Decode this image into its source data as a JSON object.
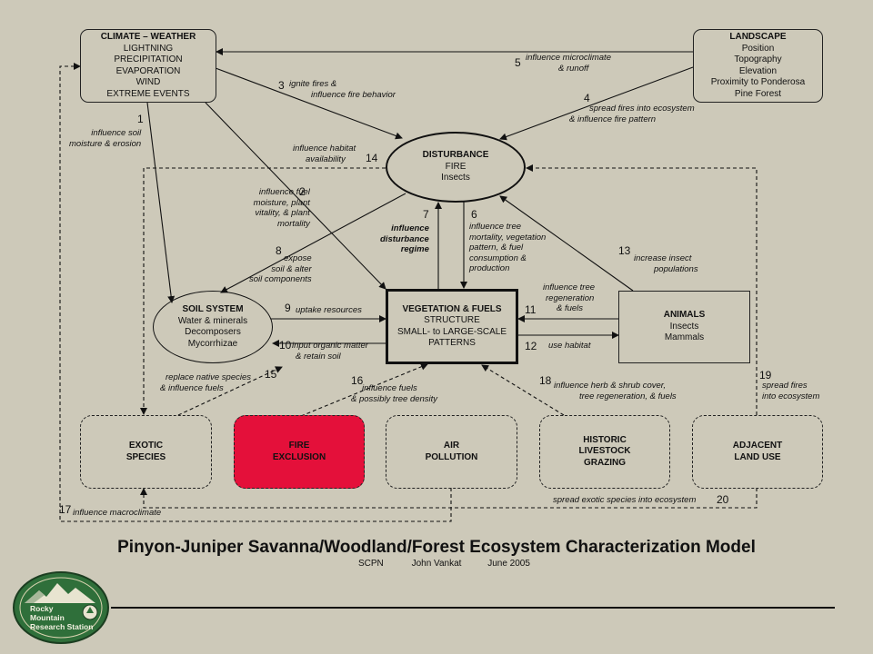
{
  "boxes": {
    "climate": {
      "title": "CLIMATE – WEATHER",
      "lines": [
        "LIGHTNING",
        "PRECIPITATION",
        "EVAPORATION",
        "WIND",
        "EXTREME EVENTS"
      ]
    },
    "landscape": {
      "title": "LANDSCAPE",
      "lines": [
        "Position",
        "Topography",
        "Elevation",
        "Proximity to Ponderosa",
        "Pine Forest"
      ]
    },
    "disturbance": {
      "title": "DISTURBANCE",
      "lines": [
        "FIRE",
        "Insects"
      ]
    },
    "soil": {
      "title": "SOIL SYSTEM",
      "lines": [
        "Water & minerals",
        "Decomposers",
        "Mycorrhizae"
      ]
    },
    "vegetation": {
      "title": "VEGETATION & FUELS",
      "lines": [
        "STRUCTURE",
        "SMALL- to LARGE-SCALE",
        "PATTERNS"
      ]
    },
    "animals": {
      "title": "ANIMALS",
      "lines": [
        "Insects",
        "Mammals"
      ]
    },
    "exotic": {
      "lines": [
        "EXOTIC",
        "SPECIES"
      ]
    },
    "fire_exclusion": {
      "lines": [
        "FIRE",
        "EXCLUSION"
      ]
    },
    "air": {
      "lines": [
        "AIR",
        "POLLUTION"
      ]
    },
    "grazing": {
      "lines": [
        "HISTORIC",
        "LIVESTOCK",
        "GRAZING"
      ]
    },
    "adjacent": {
      "lines": [
        "ADJACENT",
        "LAND USE"
      ]
    }
  },
  "links": [
    {
      "num": "1",
      "lines": [
        "influence soil",
        "moisture & erosion"
      ]
    },
    {
      "num": "2",
      "lines": [
        "influence fuel",
        "moisture, plant",
        "vitality, & plant",
        "mortality"
      ]
    },
    {
      "num": "3",
      "lines": [
        "ignite fires &",
        "influence fire behavior"
      ]
    },
    {
      "num": "4",
      "lines": [
        "spread fires into ecosystem",
        "& influence fire pattern"
      ]
    },
    {
      "num": "5",
      "lines": [
        "influence microclimate",
        "& runoff"
      ]
    },
    {
      "num": "6",
      "lines": [
        "influence tree",
        "mortality, vegetation",
        "pattern, & fuel",
        "consumption &",
        "production"
      ]
    },
    {
      "num": "7",
      "lines": [
        "influence",
        "disturbance",
        "regime"
      ]
    },
    {
      "num": "8",
      "lines": [
        "expose",
        "soil & alter",
        "soil components"
      ]
    },
    {
      "num": "9",
      "lines": [
        "uptake resources"
      ]
    },
    {
      "num": "10",
      "lines": [
        "input organic matter",
        "& retain soil"
      ]
    },
    {
      "num": "11",
      "lines": [
        "influence tree",
        "regeneration",
        "& fuels"
      ]
    },
    {
      "num": "12",
      "lines": [
        "use habitat"
      ]
    },
    {
      "num": "13",
      "lines": [
        "increase insect",
        "populations"
      ]
    },
    {
      "num": "14",
      "lines": [
        "influence habitat",
        "availability"
      ]
    },
    {
      "num": "15",
      "lines": [
        "replace native species",
        "& influence fuels"
      ]
    },
    {
      "num": "16",
      "lines": [
        "influence fuels",
        "& possibly tree density"
      ]
    },
    {
      "num": "17",
      "lines": [
        "influence macroclimate"
      ]
    },
    {
      "num": "18",
      "lines": [
        "influence herb & shrub cover,",
        "tree regeneration, & fuels"
      ]
    },
    {
      "num": "19",
      "lines": [
        "spread fires",
        "into ecosystem"
      ]
    },
    {
      "num": "20",
      "lines": [
        "spread exotic species into ecosystem"
      ]
    }
  ],
  "title": "Pinyon-Juniper Savanna/Woodland/Forest Ecosystem Characterization Model",
  "subtitle": {
    "network": "SCPN",
    "author": "John Vankat",
    "date": "June 2005"
  },
  "logo": {
    "text": [
      "Rocky",
      "Mountain",
      "Research Station"
    ]
  },
  "colors": {
    "background": "#cdc9b9",
    "fire_exclusion": "#e4103a",
    "logo_green": "#2f6f3a"
  }
}
